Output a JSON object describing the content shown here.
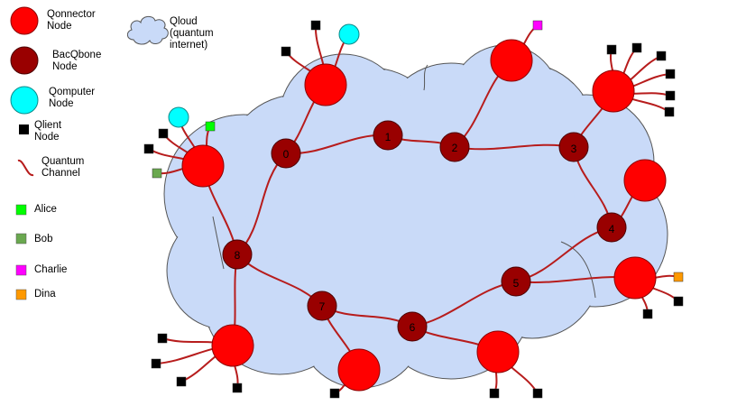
{
  "legend": {
    "qonnector": "Qonnector\nNode",
    "bacqbone": "BacQbone\nNode",
    "qomputer": "Qomputer\nNode",
    "qlient": "Qlient\nNode",
    "channel": "Quantum\nChannel",
    "alice": "Alice",
    "bob": "Bob",
    "charlie": "Charlie",
    "dina": "Dina",
    "qloud": "Qloud\n(quantum\ninternet)"
  },
  "backbone_labels": [
    "0",
    "1",
    "2",
    "3",
    "4",
    "5",
    "6",
    "7",
    "8"
  ],
  "colors": {
    "qonnector": "#ff0000",
    "bacqbone": "#990000",
    "qomputer": "#00ffff",
    "qlient": "#000000",
    "channel": "#b71c1c",
    "cloud": "#c9daf8",
    "alice": "#00ff00",
    "bob": "#6aa84f",
    "charlie": "#ff00ff",
    "dina": "#ff9900"
  },
  "icons": {
    "qonnector": "red-circle",
    "bacqbone": "dark-red-circle",
    "qomputer": "cyan-circle",
    "qlient": "black-square",
    "channel": "wavy-line",
    "qloud": "cloud"
  }
}
